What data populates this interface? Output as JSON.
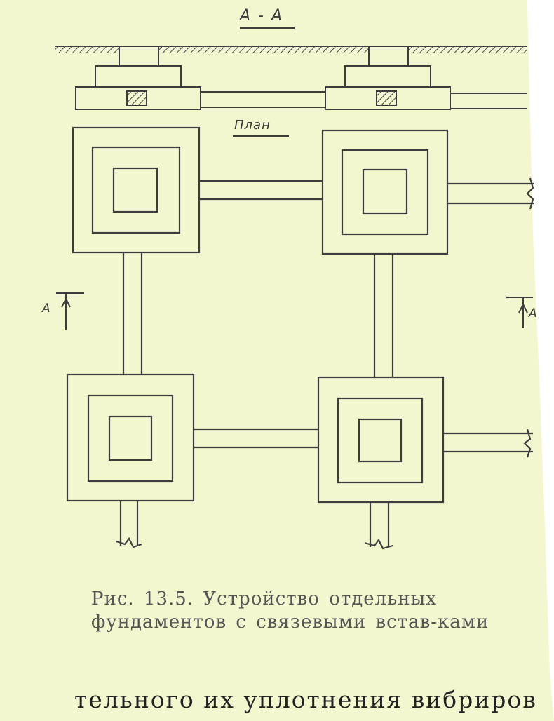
{
  "figure": {
    "section_label": "А - А",
    "plan_label": "План",
    "cut_marker_left": "А",
    "cut_marker_right": "А"
  },
  "caption": {
    "text": "Рис. 13.5. Устройство отдельных фундаментов с связевыми встав-ками"
  },
  "body_text": {
    "line": "тельного их уплотнения вибриров"
  },
  "colors": {
    "paper": "#f4f6cf",
    "ink": "#3d3d3d",
    "hatch": "#4a4a4a"
  }
}
